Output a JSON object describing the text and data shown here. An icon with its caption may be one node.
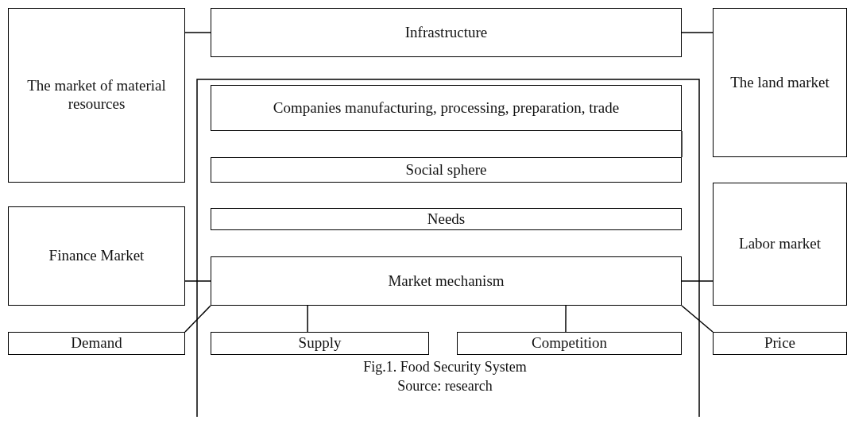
{
  "diagram": {
    "caption": "Fig.1. Food Security System",
    "nodes": [
      {
        "text": [
          "The market of material resources"
        ]
      },
      {
        "text": [
          "Infrastructure"
        ]
      },
      {
        "text": [
          "The land market"
        ]
      },
      {
        "text": [
          "Companies manufacturing, processing, preparation, trade"
        ]
      },
      {
        "text": [
          "Social sphere"
        ]
      },
      {
        "text": [
          "Finance Market"
        ]
      },
      {
        "text": [
          "Needs"
        ]
      },
      {
        "text": [
          "Labor market"
        ]
      },
      {
        "text": [
          "Market mechanism"
        ]
      },
      {
        "text": [
          "Demand"
        ]
      },
      {
        "text": [
          "Supply"
        ]
      },
      {
        "text": [
          "Competition"
        ]
      },
      {
        "text": [
          "Price"
        ]
      }
    ],
    "edges": [
      {
        "from": 0,
        "to": 1,
        "arrow": "none"
      },
      {
        "from": 1,
        "to": 2,
        "arrow": "none"
      },
      {
        "from": 3,
        "to": 4,
        "arrow": "none"
      },
      {
        "from": 5,
        "to": 8,
        "arrow": "none"
      },
      {
        "from": 8,
        "to": 7,
        "arrow": "none"
      },
      {
        "from": 8,
        "to": 9,
        "arrow": "none"
      },
      {
        "from": 8,
        "to": 10,
        "arrow": "none"
      },
      {
        "from": 8,
        "to": 11,
        "arrow": "none"
      },
      {
        "from": 8,
        "to": 12,
        "arrow": "none"
      }
    ],
    "labels": [
      "Source: research"
    ]
  }
}
